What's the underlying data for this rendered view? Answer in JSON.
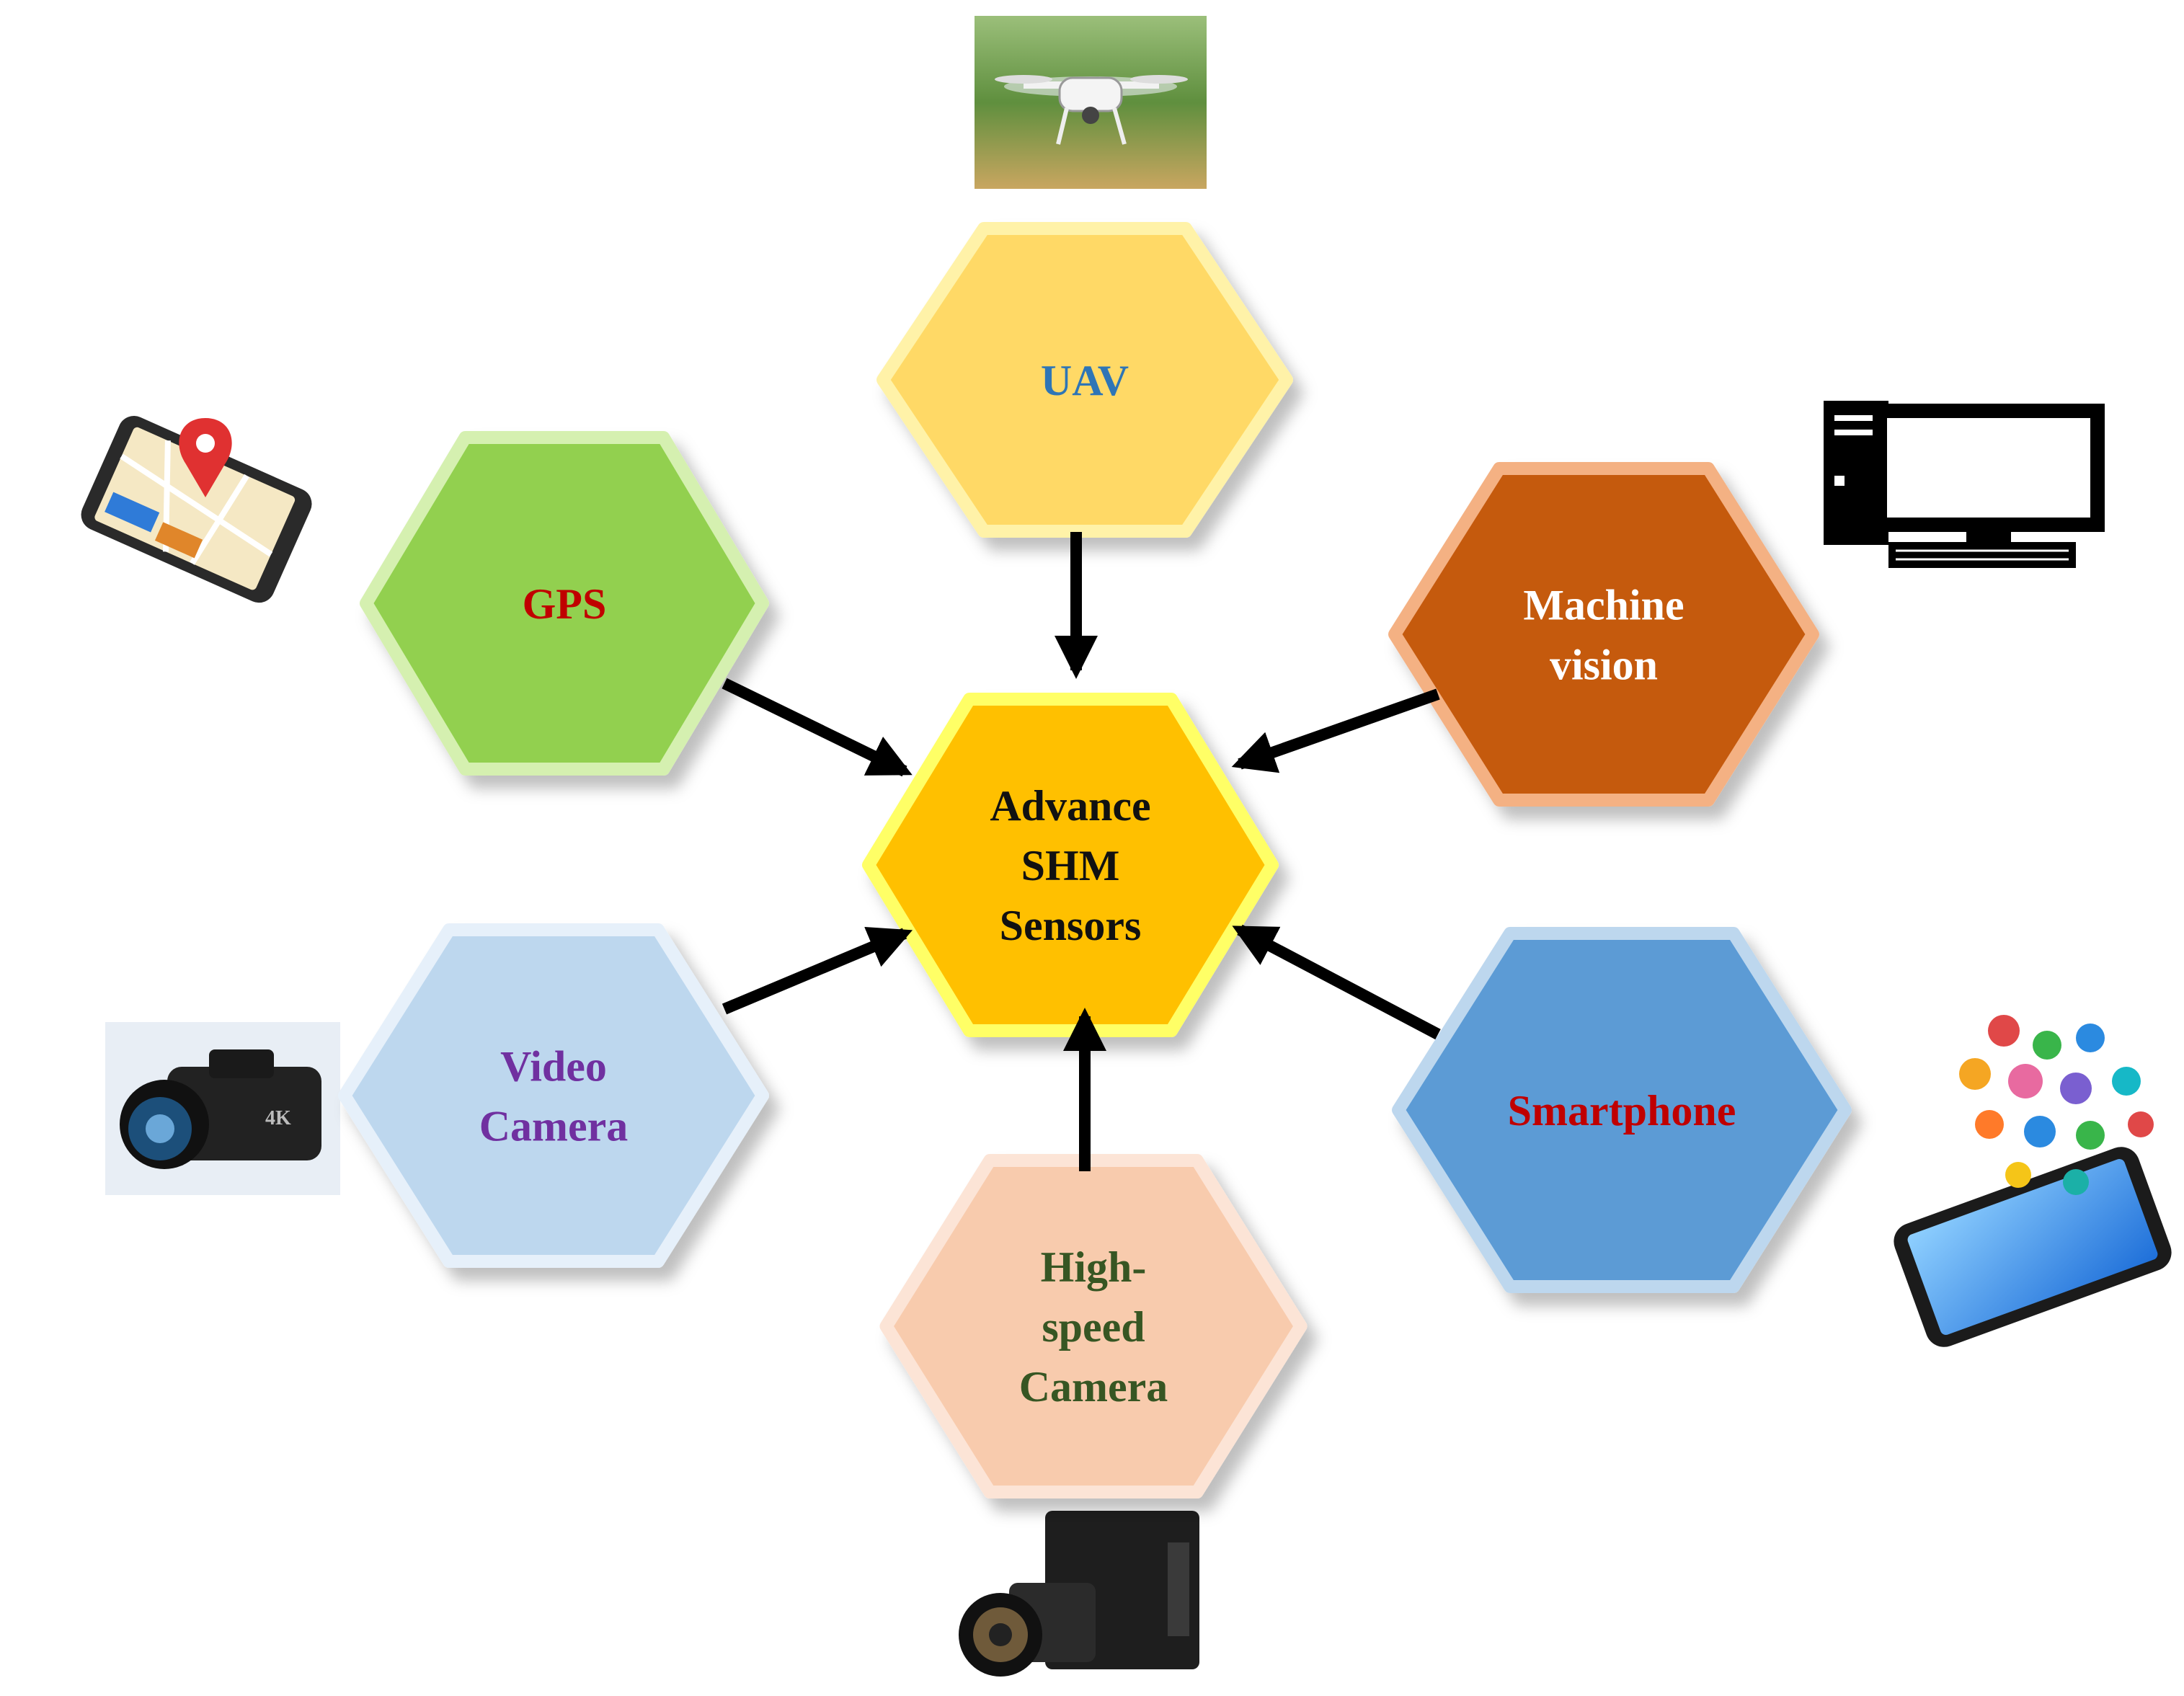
{
  "center": {
    "lines": [
      "Advance",
      "SHM",
      "Sensors"
    ],
    "fill": "#FFC000",
    "glow": "#FFFF66",
    "text_color": "#111111"
  },
  "nodes": [
    {
      "id": "uav",
      "lines": [
        "UAV"
      ],
      "fill": "#FFD966",
      "glow": "#FFF2A8",
      "text_color": "#2E75B6",
      "image_icon": "drone-photo"
    },
    {
      "id": "gps",
      "lines": [
        "GPS"
      ],
      "fill": "#92D050",
      "glow": "#D5F0B0",
      "text_color": "#C00000",
      "image_icon": "smartphone-map-icon"
    },
    {
      "id": "machine-vision",
      "lines": [
        "Machine",
        "vision"
      ],
      "fill": "#C55A11",
      "glow": "#F4B183",
      "text_color": "#FFFFFF",
      "image_icon": "desktop-computer-icon"
    },
    {
      "id": "video-camera",
      "lines": [
        "Video",
        "Camera"
      ],
      "fill": "#BDD7EE",
      "glow": "#E6F0FA",
      "text_color": "#7030A0",
      "image_icon": "camcorder-photo"
    },
    {
      "id": "smartphone",
      "lines": [
        "Smartphone"
      ],
      "fill": "#5B9BD5",
      "glow": "#BDD7EE",
      "text_color": "#C00000",
      "image_icon": "smartphone-apps-icon"
    },
    {
      "id": "high-speed-camera",
      "lines": [
        "High-",
        "speed",
        "Camera"
      ],
      "fill": "#F8CBAD",
      "glow": "#FCE4D6",
      "text_color": "#375623",
      "image_icon": "high-speed-camera-photo"
    }
  ],
  "arrow_color": "#000000"
}
